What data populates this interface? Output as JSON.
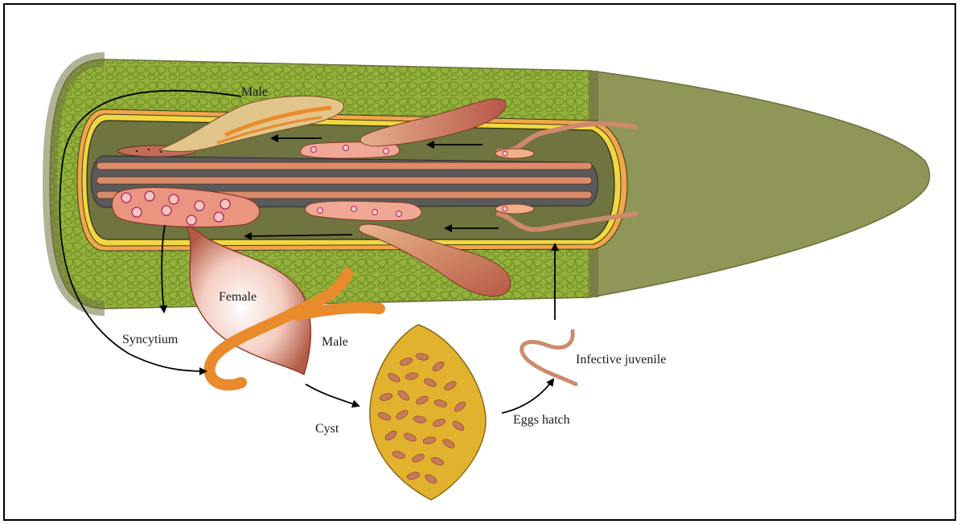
{
  "labels": {
    "male_top": "Male",
    "female": "Female",
    "syncytium": "Syncytium",
    "male_bottom": "Male",
    "cyst": "Cyst",
    "eggs_hatch": "Eggs hatch",
    "infective_juvenile": "Infective juvenile"
  },
  "colors": {
    "root_outer": "#8a8f55",
    "root_tip": "#8f9657",
    "cortex": "#94b13c",
    "stele": "#6f7440",
    "endodermis_yellow": "#f1d740",
    "pericycle_orange": "#f2a64b",
    "vascular_gray": "#5a5a5a",
    "vascular_salmon": "#d98b6a",
    "syncytium_pink": "#e99580",
    "female_body": "#f3ccc0",
    "male_orange": "#e98a2c",
    "cyst_gold": "#e2b22f",
    "egg_salmon": "#c8795a",
    "juvenile": "#cd8a6c"
  }
}
